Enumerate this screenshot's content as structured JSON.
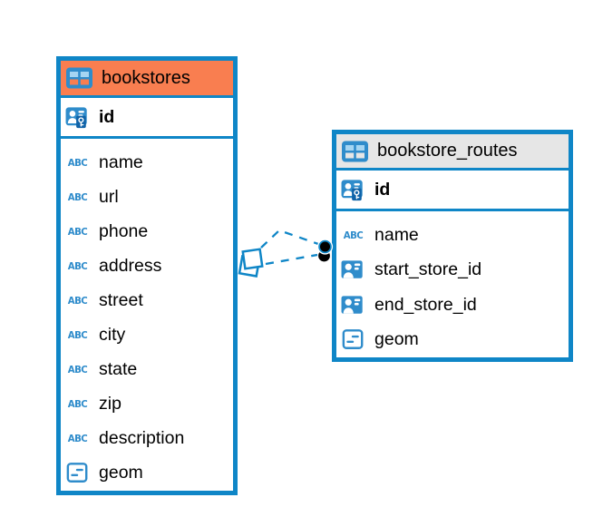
{
  "colors": {
    "accent": "#0F86C7",
    "bookstores_header": "#F97E50",
    "routes_header": "#E6E6E6",
    "icon_blue": "#2F8CCB",
    "icon_blue_dark": "#1063A8",
    "text": "#000000"
  },
  "tables": [
    {
      "title": "bookstores",
      "key_columns": [
        {
          "name": "id",
          "icon": "pk",
          "bold": true
        }
      ],
      "columns": [
        {
          "name": "name",
          "icon": "text"
        },
        {
          "name": "url",
          "icon": "text"
        },
        {
          "name": "phone",
          "icon": "text"
        },
        {
          "name": "address",
          "icon": "text"
        },
        {
          "name": "street",
          "icon": "text"
        },
        {
          "name": "city",
          "icon": "text"
        },
        {
          "name": "state",
          "icon": "text"
        },
        {
          "name": "zip",
          "icon": "text"
        },
        {
          "name": "description",
          "icon": "text"
        },
        {
          "name": "geom",
          "icon": "geom"
        }
      ]
    },
    {
      "title": "bookstore_routes",
      "key_columns": [
        {
          "name": "id",
          "icon": "pk",
          "bold": true
        }
      ],
      "columns": [
        {
          "name": "name",
          "icon": "text"
        },
        {
          "name": "start_store_id",
          "icon": "ref"
        },
        {
          "name": "end_store_id",
          "icon": "ref"
        },
        {
          "name": "geom",
          "icon": "geom"
        }
      ]
    }
  ],
  "connections": [
    {
      "from_table": "bookstore_routes",
      "to_table": "bookstores",
      "style": "dashed"
    },
    {
      "from_table": "bookstore_routes",
      "to_table": "bookstores",
      "style": "dashed"
    }
  ],
  "icon_text_glyph": "ABC"
}
